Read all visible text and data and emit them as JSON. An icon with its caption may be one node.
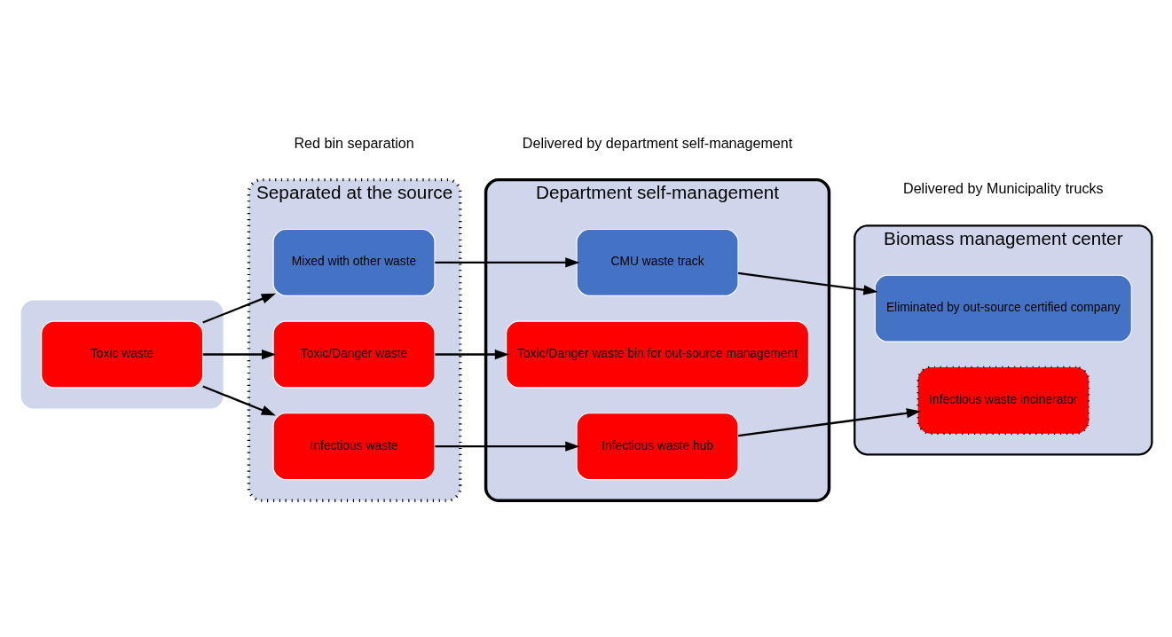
{
  "diagram": {
    "nodes": [
      {
        "text": [],
        "shape": "box"
      },
      {
        "text": [
          "Toxic waste"
        ],
        "in": 0
      },
      {
        "text": [
          "Separated at the source"
        ]
      },
      {
        "text": [
          "Mixed with other waste"
        ],
        "in": 2
      },
      {
        "text": [
          "Toxic/Danger waste"
        ],
        "in": 2
      },
      {
        "text": [
          "Infectious waste"
        ],
        "in": 2
      },
      {
        "text": [
          "Department self-management"
        ]
      },
      {
        "text": [
          "CMU waste track"
        ],
        "in": 6
      },
      {
        "text": [
          "Toxic/Danger waste bin for out-source management"
        ],
        "in": 6
      },
      {
        "text": [
          "Infectious waste hub"
        ],
        "in": 6
      },
      {
        "text": [
          "Biomass management center"
        ]
      },
      {
        "text": [
          "Eliminated by out-source certified company"
        ],
        "in": 10
      },
      {
        "text": [
          "Infectious waste incinerator"
        ],
        "in": 10
      }
    ],
    "edges": [
      {
        "from": 1,
        "to": 3,
        "arrow": "to"
      },
      {
        "from": 1,
        "to": 4,
        "arrow": "to"
      },
      {
        "from": 1,
        "to": 5,
        "arrow": "to"
      },
      {
        "from": 3,
        "to": 7,
        "arrow": "to"
      },
      {
        "from": 4,
        "to": 8,
        "arrow": "to"
      },
      {
        "from": 5,
        "to": 9,
        "arrow": "to"
      },
      {
        "from": 7,
        "to": 11,
        "arrow": "to"
      },
      {
        "from": 9,
        "to": 12,
        "arrow": "to"
      }
    ],
    "labels": [
      "Red bin separation",
      "Delivered by department self-management",
      "Delivered by Municipality trucks"
    ]
  }
}
